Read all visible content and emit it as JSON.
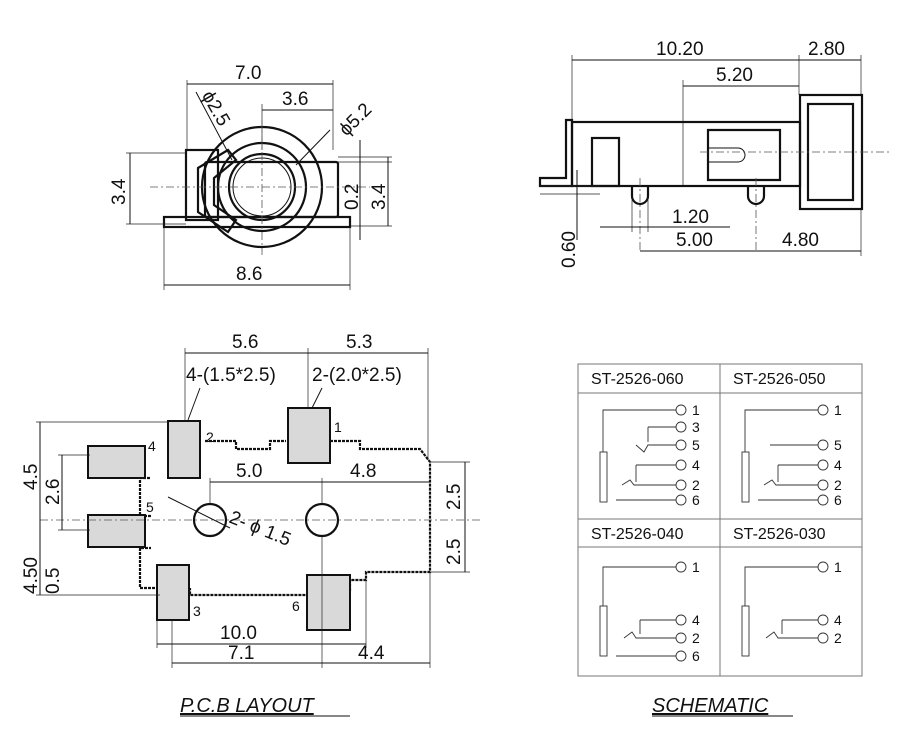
{
  "front_view": {
    "width_top": "7.0",
    "offset": "3.6",
    "hole_small": "ϕ2.5",
    "hole_large": "ϕ5.2",
    "height_left": "3.4",
    "offset_small": "0.2",
    "height_right": "3.4",
    "width_bottom": "8.6"
  },
  "side_view": {
    "length": "10.20",
    "head": "2.80",
    "inner": "5.20",
    "peg": "1.20",
    "peg_spacing": "5.00",
    "rear": "4.80",
    "stand": "0.60"
  },
  "pcb": {
    "top_left_dim": "5.6",
    "top_right_dim": "5.3",
    "pad_note_a": "4-(1.5*2.5)",
    "pad_note_b": "2-(2.0*2.5)",
    "inner_spacing": "5.0",
    "inner_right": "4.8",
    "hole_note": "2- ϕ 1.5",
    "left_4_5": "4.5",
    "left_2_6": "2.6",
    "left_4_50": "4.50",
    "left_0_5": "0.5",
    "right_top": "2.5",
    "right_bottom": "2.5",
    "bottom_total": "10.0",
    "bottom_left": "7.1",
    "bottom_right": "4.4",
    "pins": [
      "1",
      "2",
      "3",
      "4",
      "5",
      "6"
    ],
    "caption": "P.C.B LAYOUT"
  },
  "schematic": {
    "models": [
      "ST-2526-060",
      "ST-2526-050",
      "ST-2526-040",
      "ST-2526-030"
    ],
    "pins_060": [
      "1",
      "3",
      "5",
      "4",
      "2",
      "6"
    ],
    "pins_050": [
      "1",
      "5",
      "4",
      "2",
      "6"
    ],
    "pins_040": [
      "1",
      "4",
      "2",
      "6"
    ],
    "pins_030": [
      "1",
      "4",
      "2"
    ],
    "caption": "SCHEMATIC"
  }
}
